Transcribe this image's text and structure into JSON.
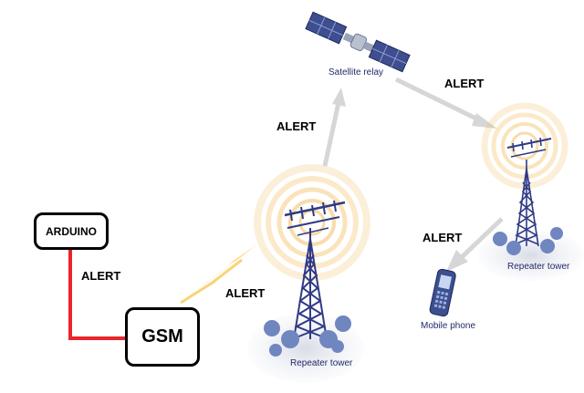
{
  "labels": {
    "arduino": "ARDUINO",
    "gsm": "GSM",
    "alert_wire": "ALERT",
    "alert_lightning": "ALERT",
    "alert_up": "ALERT",
    "alert_sat_down": "ALERT",
    "alert_phone": "ALERT",
    "satellite": "Satellite relay",
    "tower_left": "Repeater tower",
    "tower_right": "Repeater tower",
    "phone": "Mobile phone"
  },
  "colors": {
    "wire": "#e8262c",
    "lightning": "#f7cf57",
    "arrow": "#d6d6d6",
    "glow": "#f3c066",
    "tower": "#2f3a86",
    "tree": "#6f86bf",
    "ground": "#e5e7ee"
  },
  "icons": [
    "satellite-icon",
    "tower-icon",
    "mobile-phone-icon",
    "lightning-icon"
  ]
}
